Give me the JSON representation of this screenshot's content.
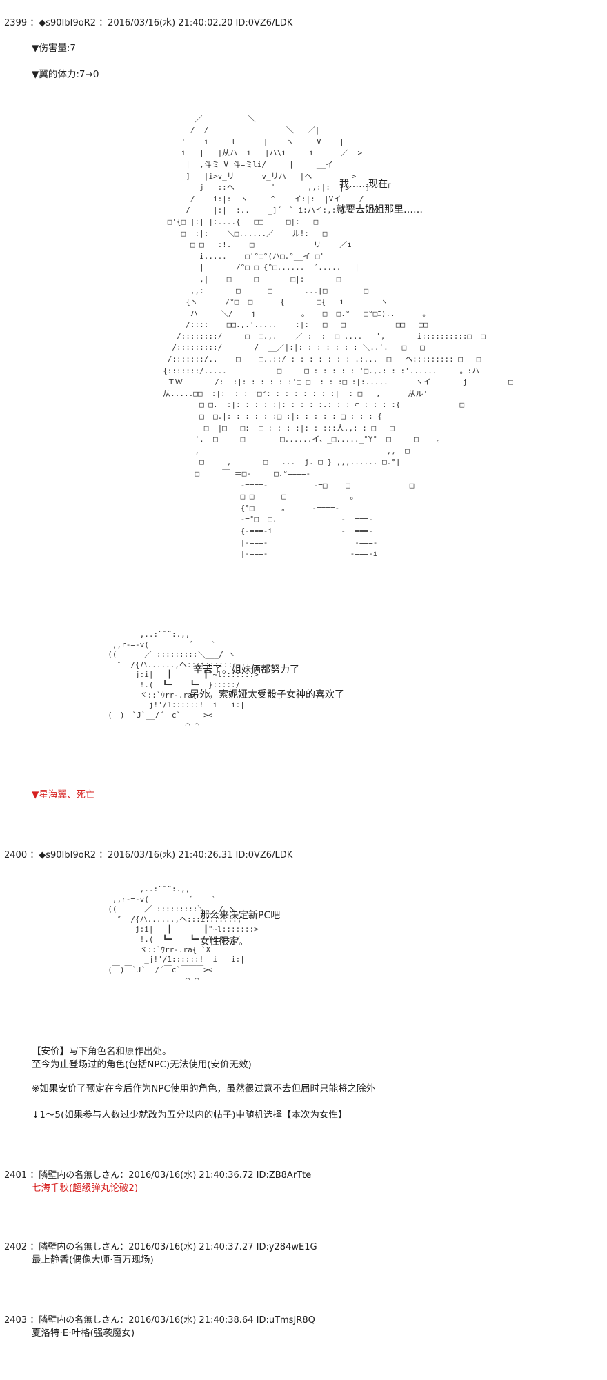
{
  "posts": [
    {
      "header": "2399 ：◆s90IbI9oR2 ：2016/03/16(水) 21:40:02.20 ID:0VZ6/LDK",
      "stat1": "▼伤害量:7",
      "stat2": "▼翼的体力:7→0",
      "aa1_dialog": [
        "我……现在",
        "就要去姐姐那里……"
      ],
      "aa2_dialog": [
        "辛苦了。姐妹俩都努力了",
        "另外，索妮娅太受骰子女神的喜欢了"
      ],
      "result": "▼星海翼、死亡"
    },
    {
      "header": "2400 ：◆s90IbI9oR2 ：2016/03/16(水) 21:40:26.31 ID:0VZ6/LDK",
      "aa_dialog": [
        "那么来决定新PC吧",
        "女性限定。"
      ],
      "rules": [
        "【安价】写下角色名和原作出处。",
        "至今为止登场过的角色(包括NPC)无法使用(安价无效)",
        "※如果安价了预定在今后作为NPC使用的角色，虽然很过意不去但届时只能将之除外",
        "↓1～5(如果参与人数过少就改为五分以内的帖子)中随机选择【本次为女性】"
      ]
    },
    {
      "header": "2401 ：隣壁内の名無しさん：2016/03/16(水) 21:40:36.72 ID:ZB8ArTte",
      "body": "七海千秋(超级弹丸论破2)"
    },
    {
      "header": "2402 ：隣壁内の名無しさん：2016/03/16(水) 21:40:37.27 ID:y284wE1G",
      "body": "最上静香(偶像大师·百万现场)"
    },
    {
      "header": "2403 ：隣壁内の名無しさん：2016/03/16(水) 21:40:38.64 ID:uTmsJR8Q",
      "body": "夏洛特·E·叶格(强袭魔女)"
    }
  ],
  "ascii_art": {
    "large": "                          ￣￣\n                    ／          ＼\n                   /  /                 ＼   ／|\n                 '    i     l      |    ヽ     V    |\n                 i   |   |从ハ  i   |ハ\\i     i      ／  >\n                  |  ,斗ミ V 斗=ミli/     |     __イ\n                  ]   |i>v_リ      v_リハ   |ヘ      ￣ >\n                     j   ::ヘ        '       ,,:|:  |ン   ]   「\n                   /    i:|:  ヽ     ^    イ:|:  |Vイ    /\n                  /     |:|  :..    _]´￣` i:ハイ:,:.}     ハ/\n              □'{□_|:|_|:....{   □□     □|:   □\n                 □  :|:    ＼□......／    ル!:   □\n                   □ □   :!.    □             リ    ／i\n                     i.....    □'°□°(ハ□.°__イ □'\n                     |       /°□ □ {°□......  ´.....   |\n                     ,|    □     □       □|:       □\n                   ,,:       □      □       ...[□        □\n                  {ヽ      /°□  □      {       □{   i        ヽ\n                   ハ     ＼/    j          。   □  □.°   □°□ﾆ)..      。\n                  /::::    □□.,.'.....    :|:   □   □           □□   □□\n                /::::::::/     □  □.,.    ／ :  :  □ ....   ',       i::::::::::□  □\n               /:::::::::/       /  __／|:|: : : : : : : ＼..'.   □   □\n              /:::::::/..    □    □..::/ : : : : : : : .:...  □   ヘ::::::::: □   □\n             {:::::::/.....           □     □ : : : : : '□.,.: : :'......     。:ハ\n              ＴＷ       /:  :|: : : : : :'□ □  : : :□ :|:.....      ヽイ       j         □\n             从.....□□  :|:  : : '□°: : : : : : : :|  : □   ,      从ル'\n                     □ □.  :|: : : : :|: : : : :.: : : ⊂ : : : :{             □\n                     □  □.|: : : : : :□ :|: : : : : □ : : : {\n                      □  |□   □:  □ : : : :|: : :::人,,: : □   □\n                    '.  □     □    ￣  □......イ、_□....._°Y°  □     □    。\n                    ,                                         ,,  □\n                     □     ,_      □   ...  j. □ } ,,,...... □.°|\n                    □     ￣ ＝□-     □.°====-\n                              -====-          -=□    □             □\n                              □ □      □              。\n                              {°□      。     -====-\n                              -=°□  □.              -  ===-\n                              {-===-i               -  ===-\n                              |-===-                   -===-\n                              |-===-                  -===-i",
    "small1": "                 ,..:¨¨¨:.,,\n           ,,r-=-v(         ゛   `\n          ((      ／ :::::::::＼___/ ヽ\n            ″  /{ハ......,ヘ:::i:::::::,\n                j:i|   ┃       ┃\"~l:::::::>\n                 !.(  ┗━    ┗━  }:::::/\n                 ヾ::`ｳrr-.ra{ `X\n                  _j!'/1::::::!  i   i:|\n          (￣)￣`J`__/´￣c`￣￣￣><\n                           ⌒ ⌒",
    "small2": "                 ,..:¨¨¨:.,,\n           ,,r-=-v(         ゛   `\n          ((      ／ :::::::::＼___/ ヽ\n            ″  /{ハ......,ヘ:::i:::::::,\n                j:i|   ┃       ┃\"~l:::::::>\n                 !.(  ┗━    ┗━  }:::::/\n                 ヾ::`ｳrr-.ra{ `X\n                  _j!'/1::::::!  i   i:|\n          (￣)￣`J`__/´￣c`￣￣￣><\n                           ⌒ ⌒"
  }
}
